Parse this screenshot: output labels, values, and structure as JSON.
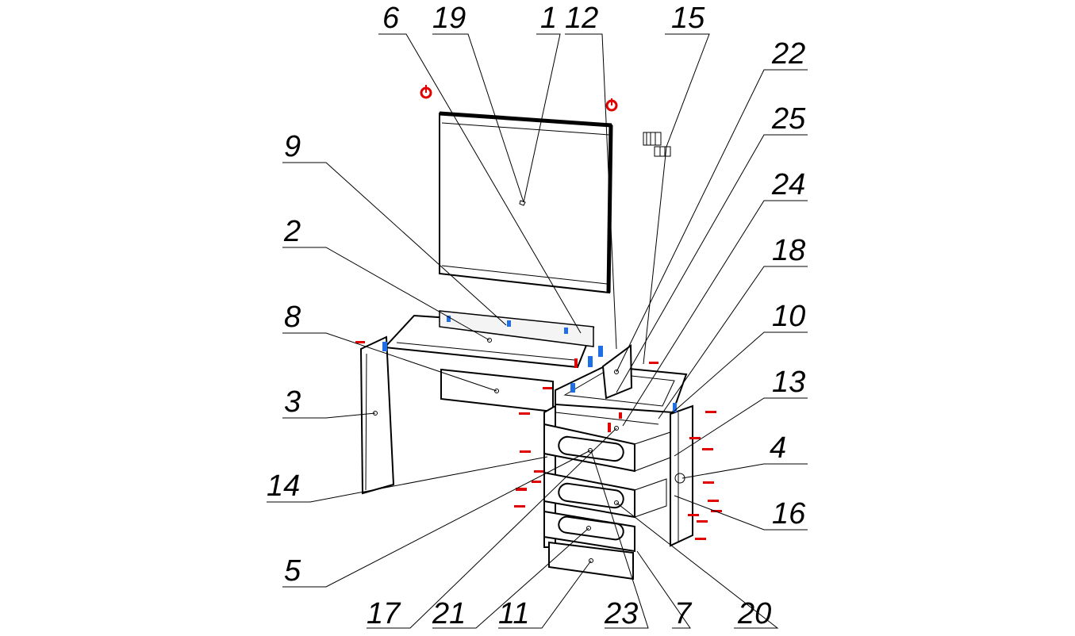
{
  "diagram": {
    "labels": [
      {
        "id": "6",
        "text": "6"
      },
      {
        "id": "19",
        "text": "19"
      },
      {
        "id": "1",
        "text": "1"
      },
      {
        "id": "12",
        "text": "12"
      },
      {
        "id": "15",
        "text": "15"
      },
      {
        "id": "22",
        "text": "22"
      },
      {
        "id": "25",
        "text": "25"
      },
      {
        "id": "24",
        "text": "24"
      },
      {
        "id": "18",
        "text": "18"
      },
      {
        "id": "10",
        "text": "10"
      },
      {
        "id": "13",
        "text": "13"
      },
      {
        "id": "4",
        "text": "4"
      },
      {
        "id": "16",
        "text": "16"
      },
      {
        "id": "9",
        "text": "9"
      },
      {
        "id": "2",
        "text": "2"
      },
      {
        "id": "8",
        "text": "8"
      },
      {
        "id": "3",
        "text": "3"
      },
      {
        "id": "14",
        "text": "14"
      },
      {
        "id": "5",
        "text": "5"
      },
      {
        "id": "17",
        "text": "17"
      },
      {
        "id": "21",
        "text": "21"
      },
      {
        "id": "11",
        "text": "11"
      },
      {
        "id": "23",
        "text": "23"
      },
      {
        "id": "7",
        "text": "7"
      },
      {
        "id": "20",
        "text": "20"
      }
    ],
    "colors": {
      "outline": "#000000",
      "fastener_red": "#e00000",
      "fastener_blue": "#1e6ee6",
      "background": "#ffffff"
    },
    "icons": [
      "mirror-panel",
      "desktop-panel",
      "side-panel",
      "drawer",
      "handle",
      "hinge-icon",
      "screw-icon"
    ]
  }
}
